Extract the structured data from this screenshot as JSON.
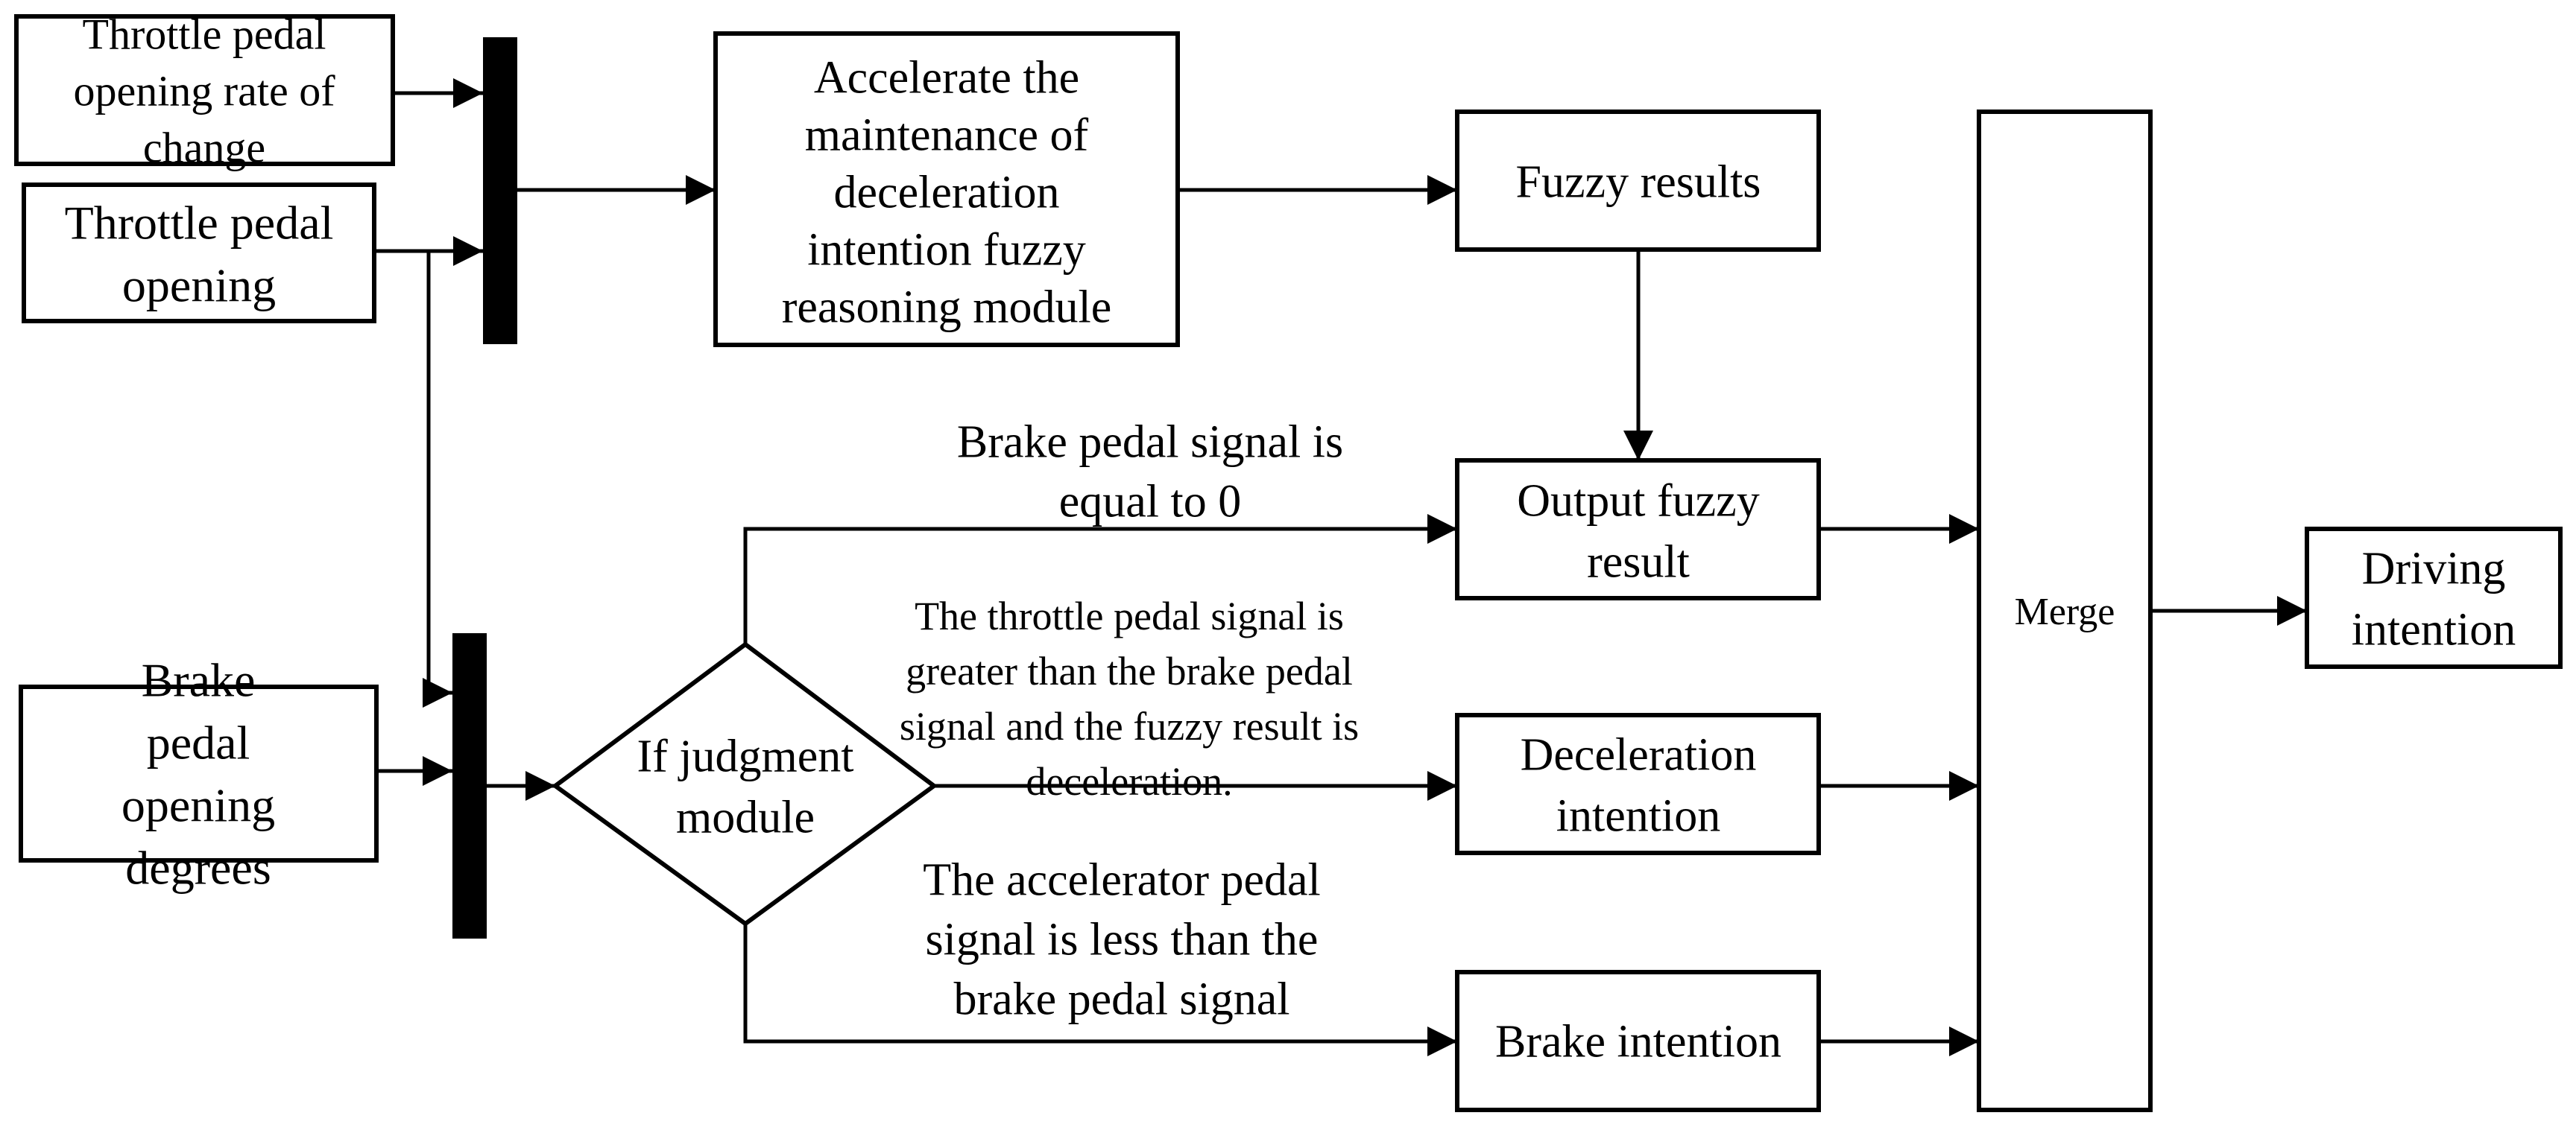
{
  "nodes": {
    "throttle_rate": "Throttle pedal opening rate of change",
    "throttle_opening": "Throttle pedal opening",
    "brake_opening": "Brake pedal opening degrees",
    "fuzzy_module": "Accelerate the maintenance of deceleration intention fuzzy reasoning module",
    "fuzzy_results": "Fuzzy results",
    "if_judgment": "If judgment module",
    "output_fuzzy": "Output fuzzy result",
    "deceleration_intention": "Deceleration intention",
    "brake_intention": "Brake intention",
    "merge": "Merge",
    "driving_intention": "Driving intention"
  },
  "edge_labels": {
    "brake_zero": "Brake pedal signal is equal to 0",
    "throttle_greater": "The throttle pedal signal is greater than the brake pedal signal and the fuzzy result is deceleration.",
    "accelerator_less": "The accelerator pedal signal is less than the brake pedal signal"
  }
}
